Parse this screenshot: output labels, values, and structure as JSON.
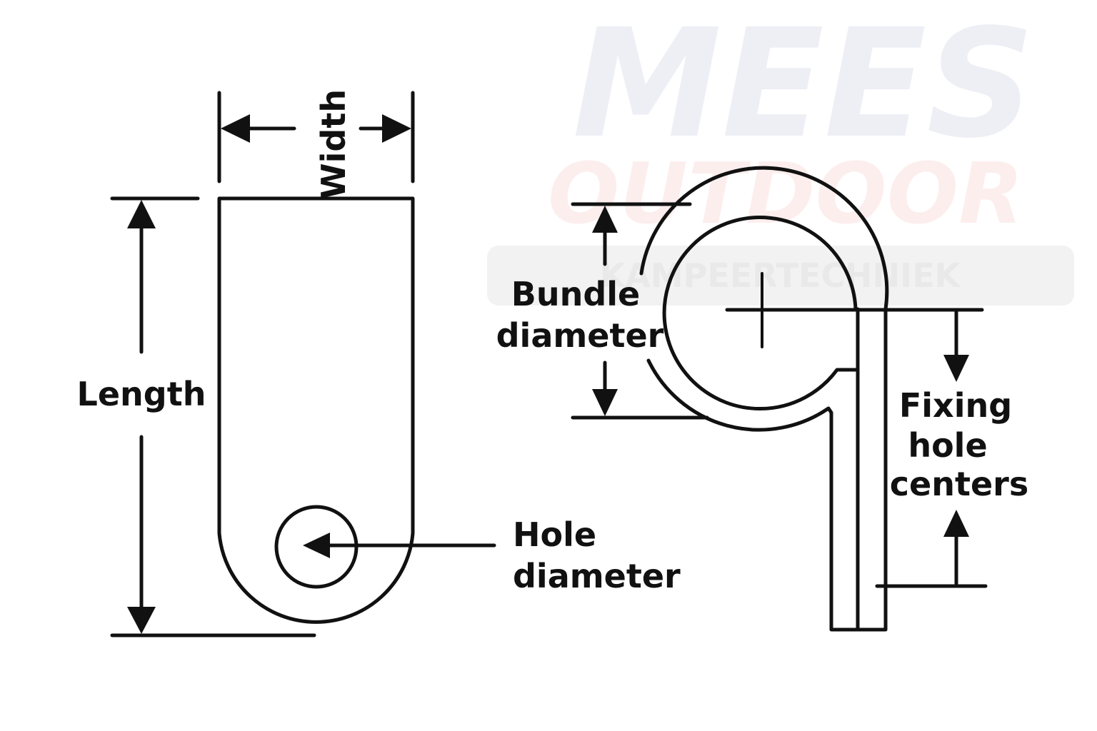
{
  "watermark": {
    "line1": "MEES",
    "line2": "OUTDOOR",
    "line3": "KAMPEERTECHNIEK",
    "colors": {
      "line1": "#eeeff5",
      "line2": "#fdeeee",
      "line3": "#e9e9ea",
      "band": "#f2f2f3"
    }
  },
  "labels": {
    "width": "Width",
    "length": "Length",
    "hole_diameter": [
      "Hole",
      "diameter"
    ],
    "bundle_diameter": [
      "Bundle",
      "diameter"
    ],
    "fixing_hole_centers": [
      "Fixing",
      "hole",
      "centers"
    ]
  },
  "colors": {
    "ink": "#111111",
    "background": "#ffffff"
  }
}
